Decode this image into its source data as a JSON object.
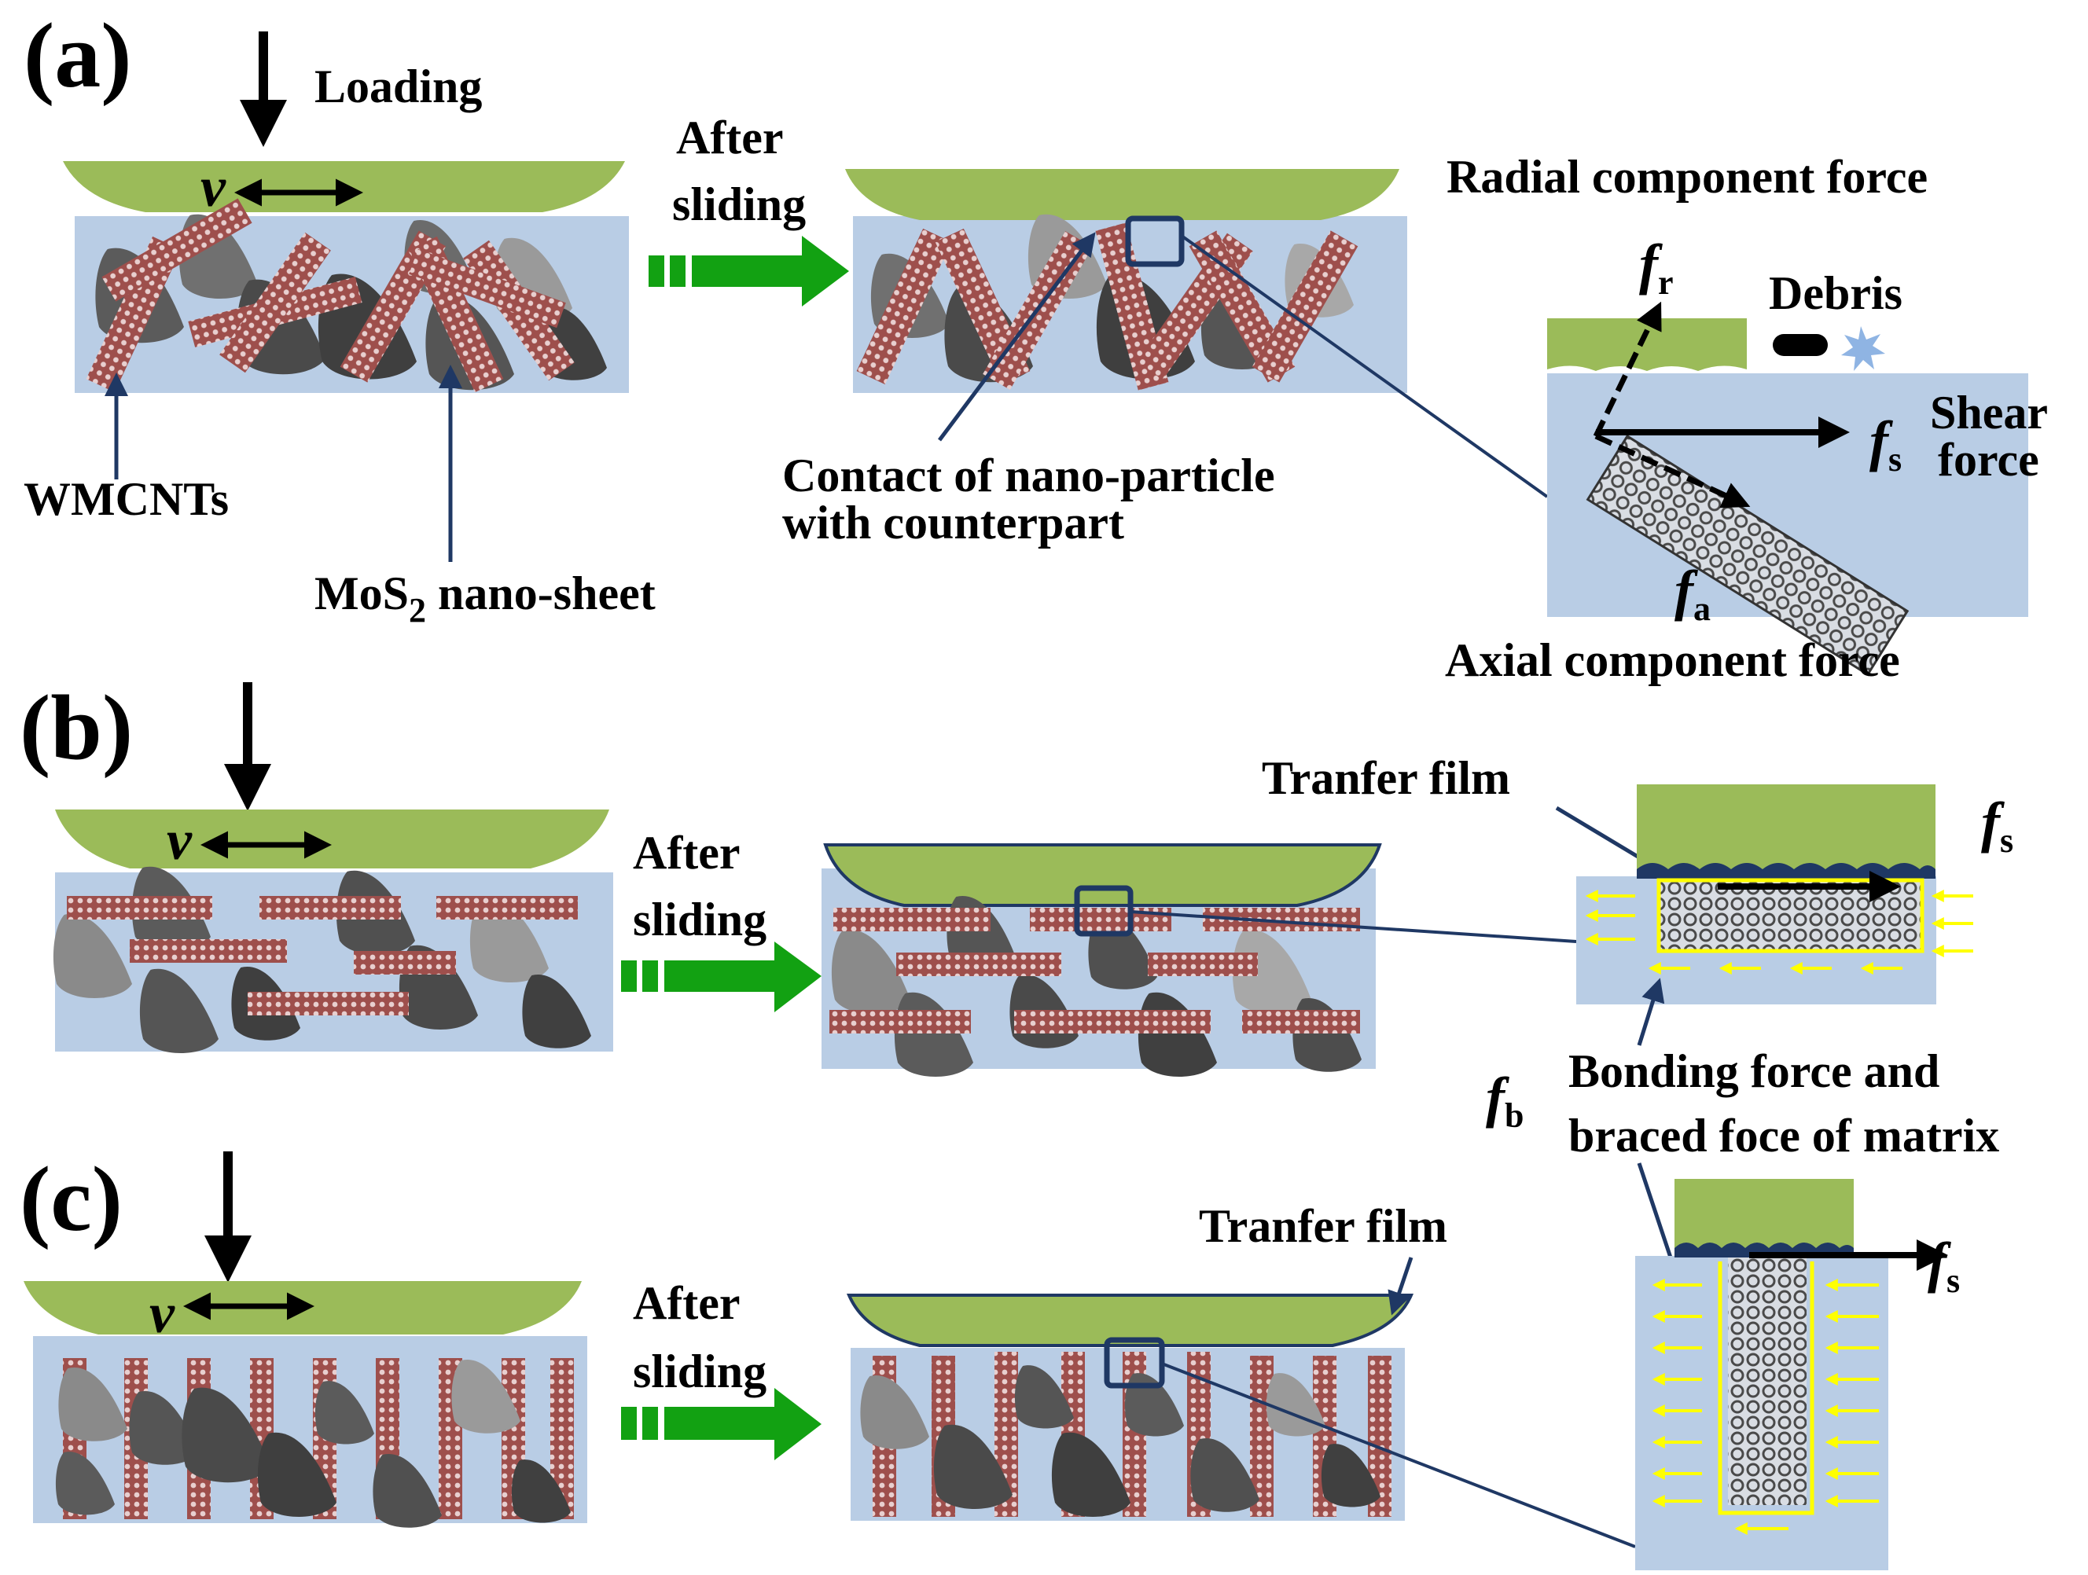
{
  "panels": [
    {
      "label": "(a)",
      "loading": "Loading",
      "v": "v",
      "after": [
        "After",
        "sliding"
      ],
      "wmcnts": "WMCNTs",
      "mos2": "MoS",
      "mos2_sub": "2",
      "mos2_tail": " nano-sheet",
      "contact": [
        "Contact of nano-particle",
        "with counterpart"
      ],
      "radial": "Radial component force",
      "debris": "Debris",
      "shear": [
        "Shear",
        "force"
      ],
      "axial": "Axial component force",
      "fr": "f",
      "fr_sub": "r",
      "fs": "f",
      "fs_sub": "s",
      "fa": "f",
      "fa_sub": "a"
    },
    {
      "label": "(b)",
      "v": "v",
      "after": [
        "After",
        "sliding"
      ],
      "transfer": "Tranfer film",
      "fs": "f",
      "fs_sub": "s",
      "fb": "f",
      "fb_sub": "b",
      "bonding": [
        "Bonding force and",
        "braced foce of matrix"
      ]
    },
    {
      "label": "(c)",
      "v": "v",
      "after": [
        "After",
        "sliding"
      ],
      "transfer": "Tranfer film",
      "fs": "f",
      "fs_sub": "s"
    }
  ],
  "colors": {
    "counterpart": "#9bbb59",
    "matrix": "#b9cde5",
    "nanotube": "#a0524f",
    "flow_arrow": "#12a112",
    "bond_arrow": "#ffff00",
    "callout": "#1f3864"
  }
}
